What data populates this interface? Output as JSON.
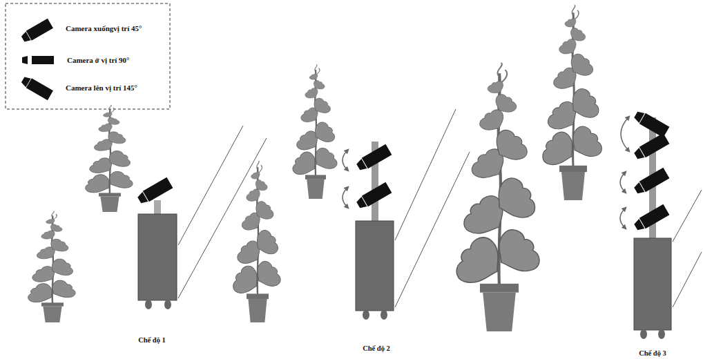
{
  "diagram": {
    "labels": [
      "Chế độ 1",
      "Chế độ 2",
      "Chế độ 3"
    ],
    "legend": [
      {
        "text": "Camera xuốngvị trí 45°"
      },
      {
        "text": "Camera ở vị trí 90°"
      },
      {
        "text": "Camera lên vị trí 145°"
      }
    ]
  }
}
